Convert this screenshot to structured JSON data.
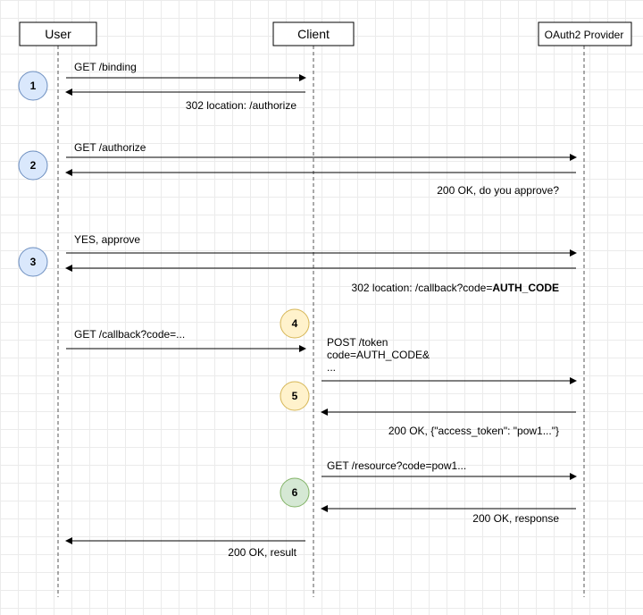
{
  "actors": [
    {
      "id": "user",
      "label": "User"
    },
    {
      "id": "client",
      "label": "Client"
    },
    {
      "id": "provider",
      "label": "OAuth2 Provider"
    }
  ],
  "steps": [
    {
      "label": "1",
      "color": "#dae8fc",
      "stroke": "#6c8ebf"
    },
    {
      "label": "2",
      "color": "#dae8fc",
      "stroke": "#6c8ebf"
    },
    {
      "label": "3",
      "color": "#dae8fc",
      "stroke": "#6c8ebf"
    },
    {
      "label": "4",
      "color": "#fff2cc",
      "stroke": "#d6b656"
    },
    {
      "label": "5",
      "color": "#fff2cc",
      "stroke": "#d6b656"
    },
    {
      "label": "6",
      "color": "#d5e8d4",
      "stroke": "#82b366"
    }
  ],
  "messages": [
    {
      "from": "user",
      "to": "client",
      "text": [
        "GET /binding"
      ]
    },
    {
      "from": "client",
      "to": "user",
      "text": [
        "302 location: /authorize"
      ]
    },
    {
      "from": "user",
      "to": "provider",
      "text": [
        "GET /authorize"
      ]
    },
    {
      "from": "provider",
      "to": "user",
      "text": [
        "200 OK, do you approve?"
      ]
    },
    {
      "from": "user",
      "to": "provider",
      "text": [
        "YES, approve"
      ]
    },
    {
      "from": "provider",
      "to": "user",
      "text": [
        "302 location: /callback?code="
      ],
      "bold": "AUTH_CODE"
    },
    {
      "from": "user",
      "to": "client",
      "text": [
        "GET /callback?code=..."
      ]
    },
    {
      "from": "client",
      "to": "provider",
      "text": [
        "POST /token",
        "code=AUTH_CODE&",
        "..."
      ]
    },
    {
      "from": "provider",
      "to": "client",
      "text": [
        "200 OK, {\"access_token\": \"pow1...\"}"
      ]
    },
    {
      "from": "client",
      "to": "provider",
      "text": [
        "GET /resource?code=pow1..."
      ]
    },
    {
      "from": "provider",
      "to": "client",
      "text": [
        "200 OK, response"
      ]
    },
    {
      "from": "client",
      "to": "user",
      "text": [
        "200 OK, result"
      ]
    }
  ]
}
